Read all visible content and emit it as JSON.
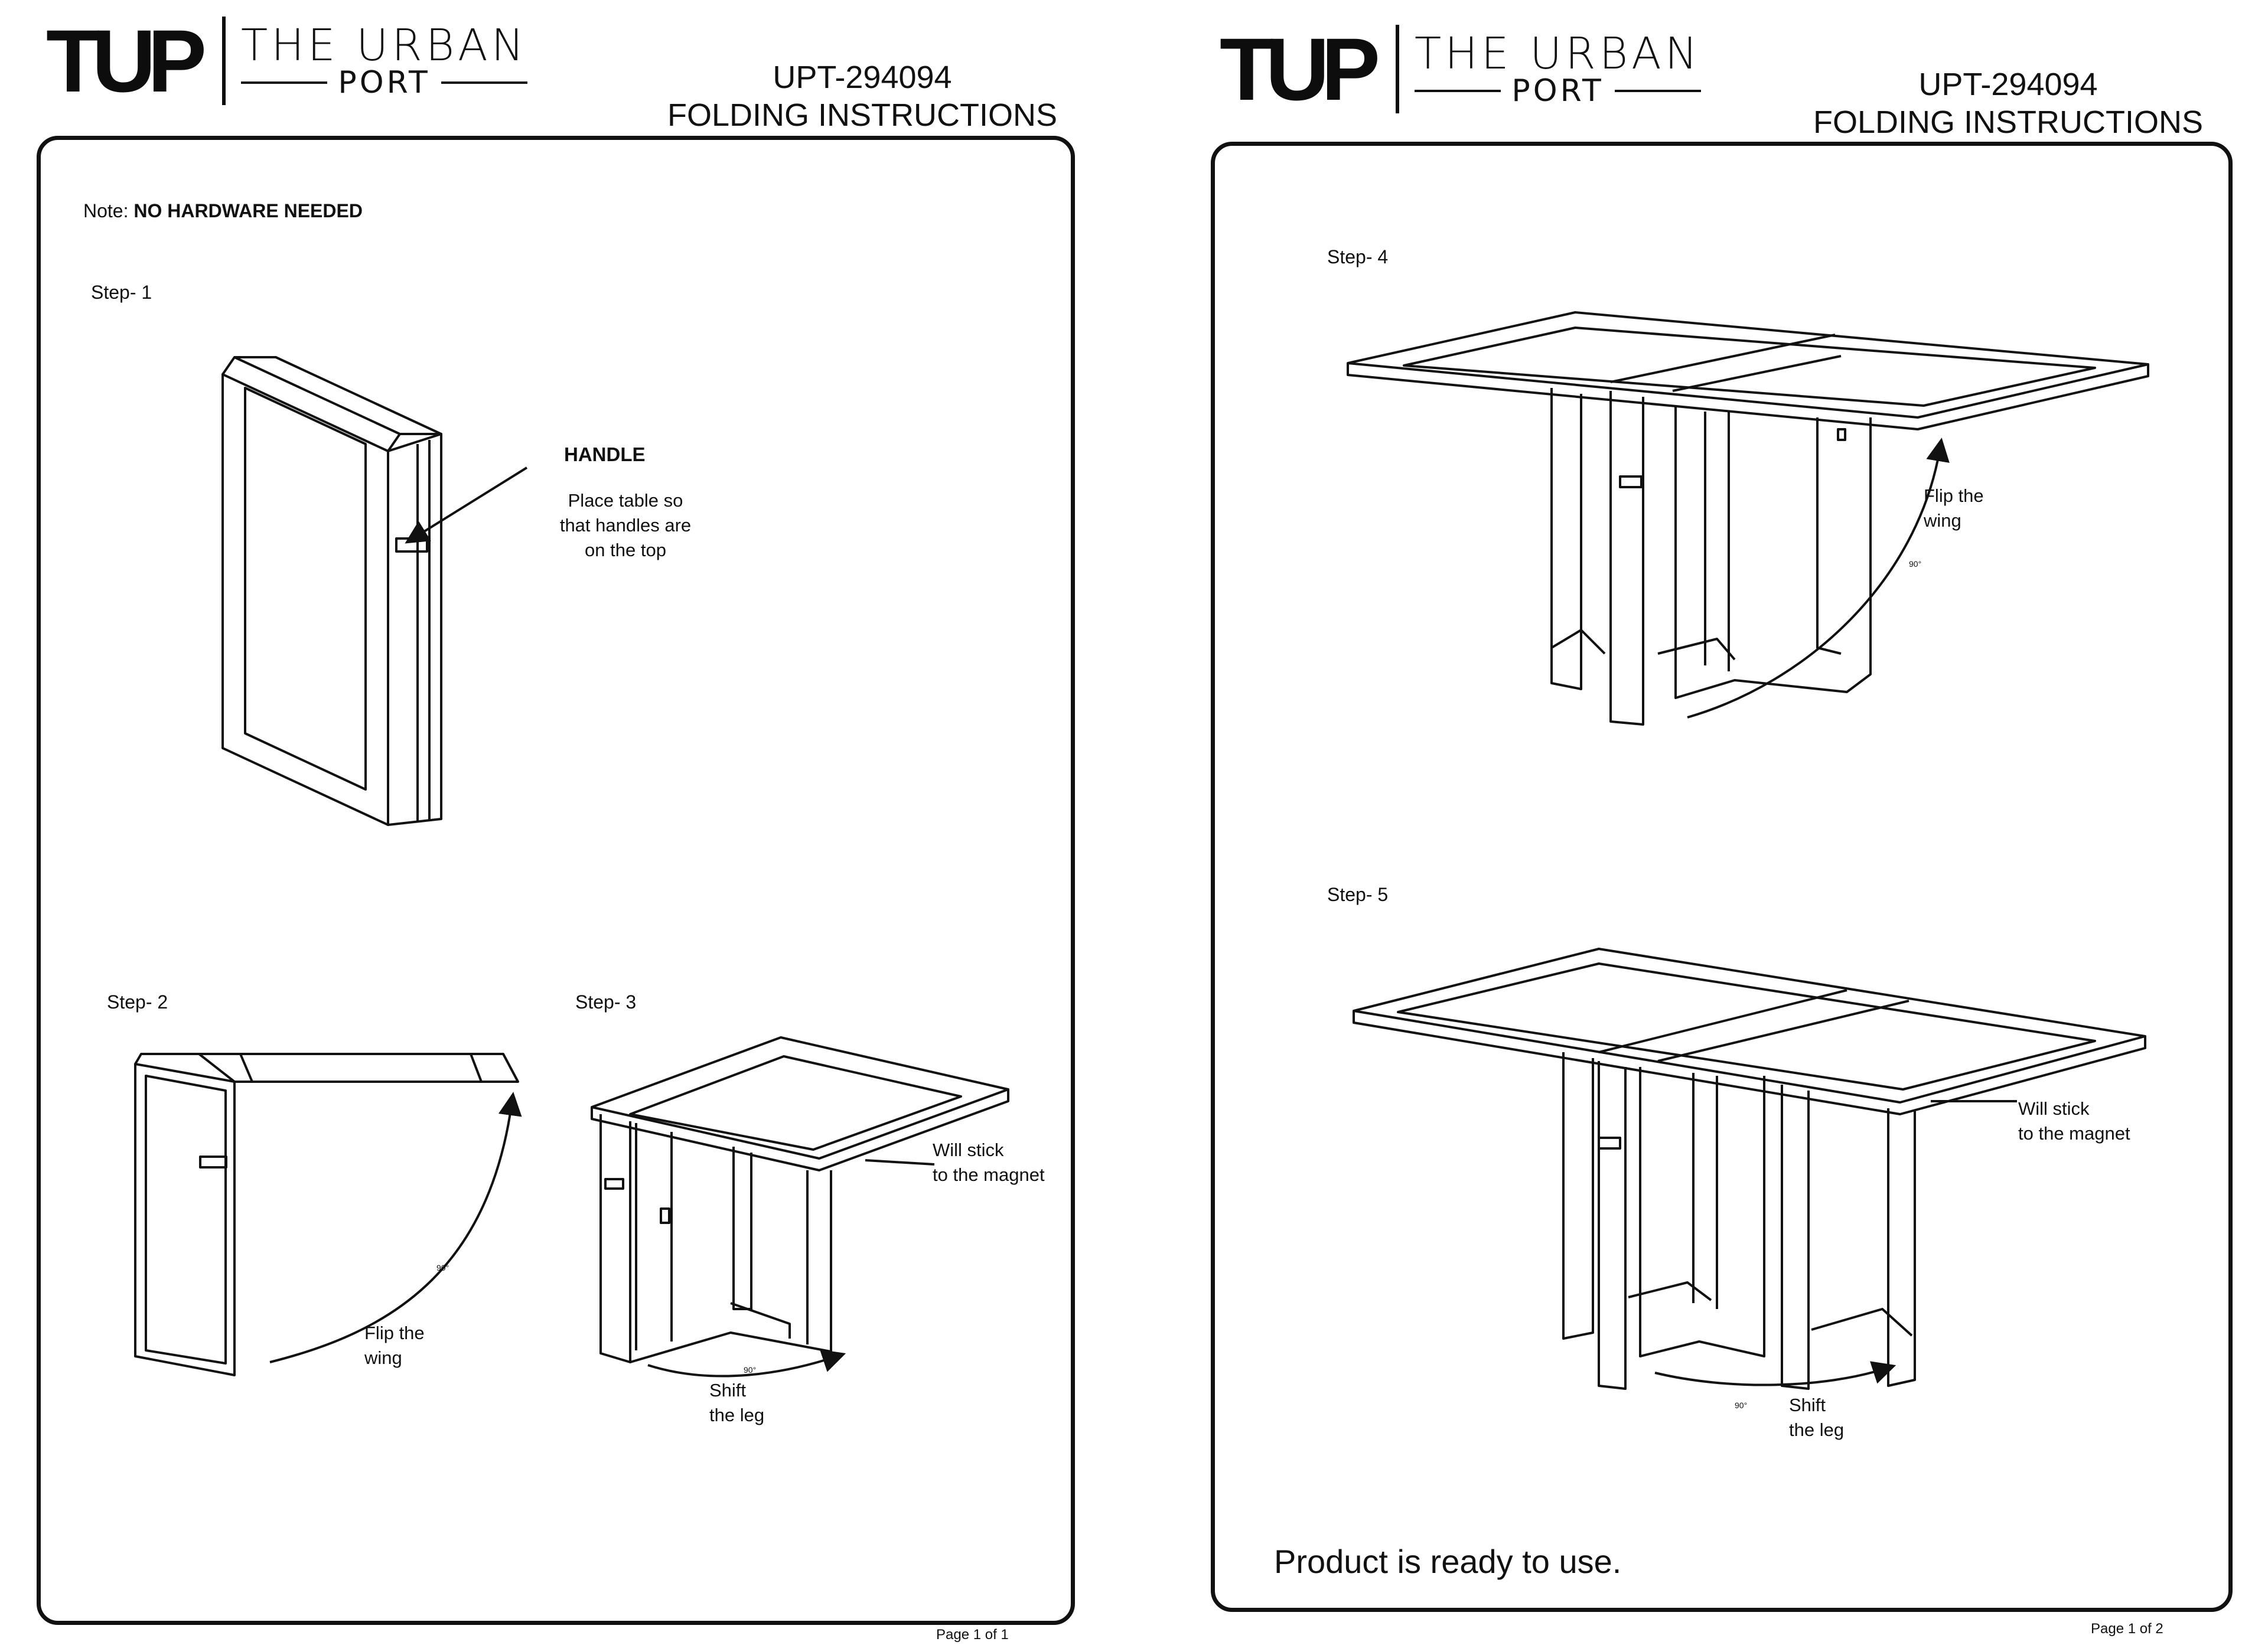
{
  "brand": {
    "mark": "TUP",
    "line1": "THE URBAN",
    "line2": "PORT"
  },
  "pages": [
    {
      "code": "UPT-294094",
      "title": "FOLDING INSTRUCTIONS",
      "note_prefix": "Note:",
      "note_text": "NO HARDWARE NEEDED",
      "steps": {
        "step1": "Step- 1",
        "step2": "Step- 2",
        "step3": "Step- 3"
      },
      "handle_title": "HANDLE",
      "handle_lines": [
        "Place table so",
        "that handles are",
        "on the top"
      ],
      "flip_lines": [
        "Flip the",
        "wing"
      ],
      "shift_lines": [
        "Shift",
        "the leg"
      ],
      "magnet_lines": [
        "Will stick",
        "to the magnet"
      ],
      "angle": "90°",
      "page_number": "Page 1 of 1"
    },
    {
      "code": "UPT-294094",
      "title": "FOLDING INSTRUCTIONS",
      "steps": {
        "step4": "Step- 4",
        "step5": "Step- 5"
      },
      "flip_lines": [
        "Flip the",
        "wing"
      ],
      "shift_lines": [
        "Shift",
        "the leg"
      ],
      "magnet_lines": [
        "Will stick",
        "to the magnet"
      ],
      "angle": "90°",
      "ready_text": "Product is ready to use.",
      "page_number": "Page 1 of 2"
    }
  ]
}
